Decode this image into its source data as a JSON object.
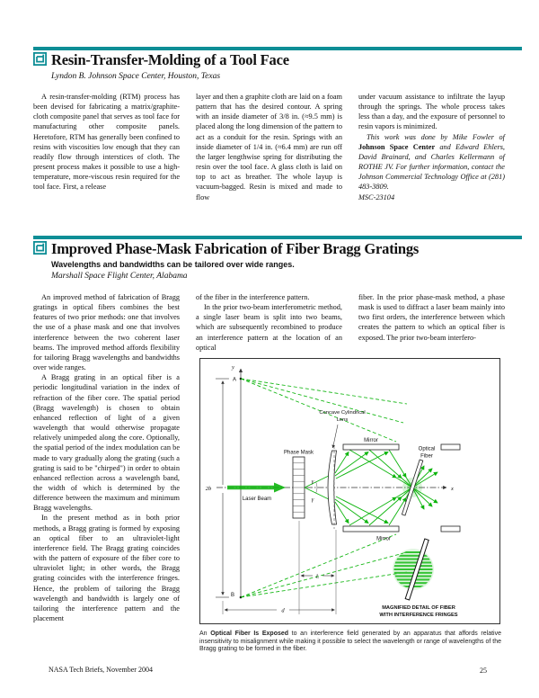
{
  "colors": {
    "accent": "#0e8e96",
    "green": "#0cb40c",
    "fringe": "#35c335"
  },
  "article1": {
    "title": "Resin-Transfer-Molding of a Tool Face",
    "byline": "Lyndon B. Johnson Space Center, Houston, Texas",
    "col1": "A resin-transfer-molding (RTM) process has been devised for fabricating a matrix/graphite-cloth composite panel that serves as tool face for manufacturing other composite panels. Heretofore, RTM has generally been confined to resins with viscosities low enough that they can readily flow through interstices of cloth. The present process makes it possible to use a high-temperature, more-viscous resin required for the tool face. First, a release",
    "col2": "layer and then a graphite cloth are laid on a foam pattern that has the desired contour. A spring with an inside diameter of 3/8 in. (≈9.5 mm) is placed along the long dimension of the pattern to act as a conduit for the resin. Springs with an inside diameter of 1/4 in. (≈6.4 mm) are run off the larger lengthwise spring for distributing the resin over the tool face. A glass cloth is laid on top to act as breather. The whole layup is vacuum-bagged. Resin is mixed and made to flow",
    "col3_para": "under vacuum assistance to infiltrate the layup through the springs. The whole process takes less than a day, and the exposure of personnel to resin vapors is minimized.",
    "credit_pre": "This work was done by Mike Fowler of ",
    "credit_bold": "Johnson Space Center",
    "credit_post": " and Edward Ehlers, David Brainard, and Charles Kellermann of ROTHE JV. For further information, contact the Johnson Commercial Technology Office at (281) 483-3809.",
    "ref": "MSC-23104"
  },
  "article2": {
    "title": "Improved Phase-Mask Fabrication of Fiber Bragg Gratings",
    "subtitle": "Wavelengths and bandwidths can be tailored over wide ranges.",
    "byline": "Marshall Space Flight Center, Alabama",
    "col1_p1": "An improved method of fabrication of Bragg gratings in optical fibers combines the best features of two prior methods: one that involves the use of a phase mask and one that involves interference between the two coherent laser beams. The improved method affords flexibility for tailoring Bragg wavelengths and bandwidths over wide ranges.",
    "col1_p2": "A Bragg grating in an optical fiber is a periodic longitudinal variation in the index of refraction of the fiber core. The spatial period (Bragg wavelength) is chosen to obtain enhanced reflection of light of a given wavelength that would otherwise propagate relatively unimpeded along the core. Optionally, the spatial period of the index modulation can be made to vary gradually along the grating (such a grating is said to be \"chirped\") in order to obtain enhanced reflection across a wavelength band, the width of which is determined by the difference between the maximum and minimum Bragg wavelengths.",
    "col1_p3": "In the present method as in both prior methods, a Bragg grating is formed by exposing an optical fiber to an ultraviolet-light interference field. The Bragg grating coincides with the pattern of exposure of the fiber core to ultraviolet light; in other words, the Bragg grating coincides with the interference fringes. Hence, the problem of tailoring the Bragg wavelength and bandwidth is largely one of tailoring the interference pattern and the placement",
    "col2_p1": "of the fiber in the interference pattern.",
    "col2_p2": "In the prior two-beam interferometric method, a single laser beam is split into two beams, which are subsequently recombined to produce an interference pattern at the location of an optical",
    "col3_p1": "fiber. In the prior phase-mask method, a phase mask is used to diffract a laser beam mainly into two first orders, the interference between which creates the pattern to which an optical fiber is exposed. The prior two-beam interfero-"
  },
  "figure": {
    "labels": {
      "y_axis": "y",
      "x_axis": "x",
      "point_a": "A",
      "point_b": "B",
      "dim_2b": "2b",
      "dim_l": "L",
      "dim_d": "d",
      "laser_beam": "Laser Beam",
      "phase_mask": "Phase Mask",
      "lens_line1": "Concave Cylindrical",
      "lens_line2": "Lens",
      "mirror_top": "Mirror",
      "mirror_bottom": "Mirror",
      "optical_line1": "Optical",
      "optical_line2": "Fiber",
      "gamma_upper": "γ",
      "gamma_lower": "γ",
      "magnified_line1": "MAGNIFIED DETAIL OF FIBER",
      "magnified_line2": "WITH INTERFERENCE FRINGES"
    },
    "caption_pre": "An ",
    "caption_bold": "Optical Fiber Is Exposed",
    "caption_rest": " to an interference field generated by an apparatus that affords relative insensitivity to misalignment while making it possible to select the wavelength or range of wavelengths of the Bragg grating to be formed in the fiber."
  },
  "footer": {
    "left": "NASA Tech Briefs, November 2004",
    "page": "25"
  }
}
